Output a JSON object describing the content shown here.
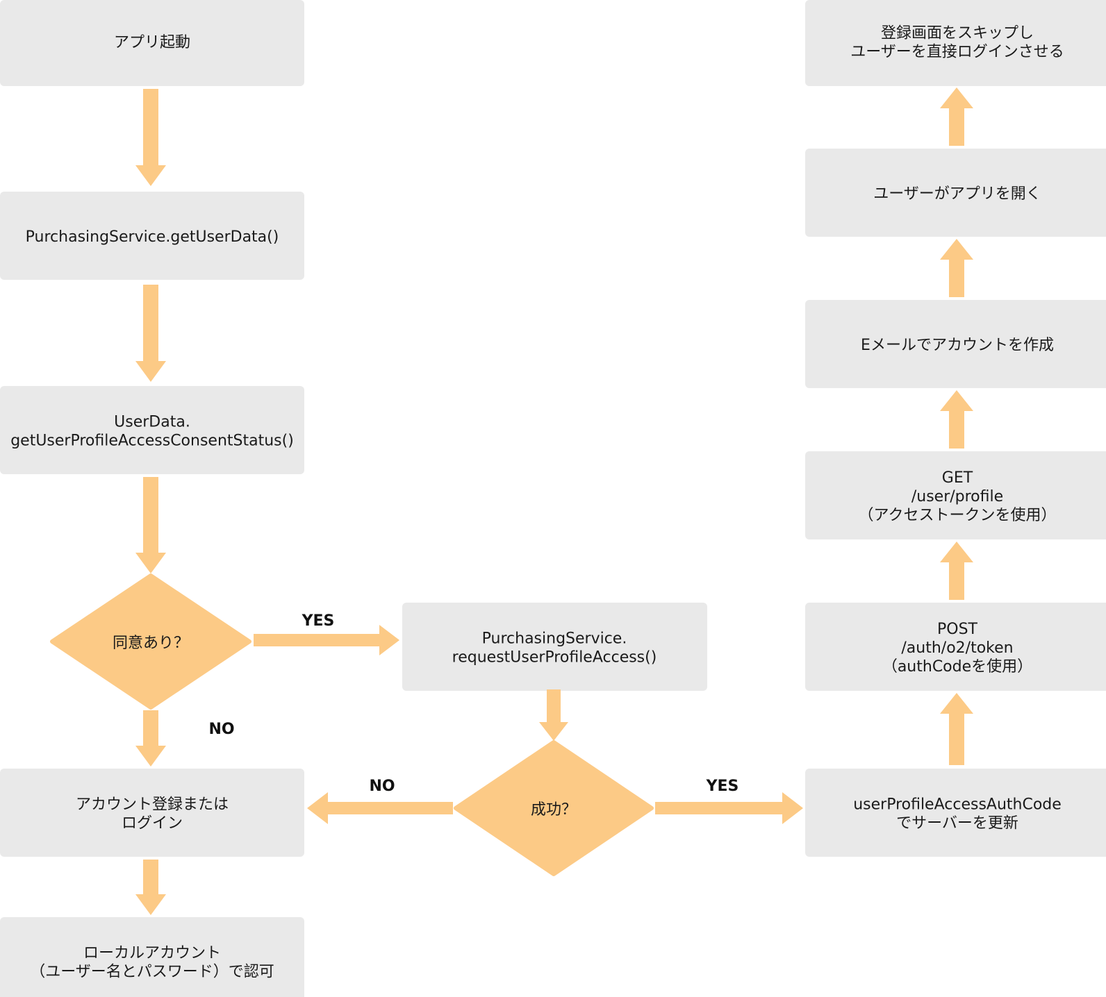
{
  "nodes": {
    "app_launch": {
      "lines": [
        "アプリ起動"
      ]
    },
    "get_user_data": {
      "lines": [
        "PurchasingService.getUserData()"
      ]
    },
    "get_consent_status": {
      "lines": [
        "UserData.",
        "getUserProfileAccessConsentStatus()"
      ]
    },
    "consent_decision": {
      "lines": [
        "同意あり？"
      ]
    },
    "request_access": {
      "lines": [
        "PurchasingService.",
        "requestUserProfileAccess()"
      ]
    },
    "success_decision": {
      "lines": [
        "成功？"
      ]
    },
    "register_or_login": {
      "lines": [
        "アカウント登録または",
        "ログイン"
      ]
    },
    "local_auth": {
      "lines": [
        "ローカルアカウント",
        "（ユーザー名とパスワード）で認可"
      ]
    },
    "update_server": {
      "lines": [
        "userProfileAccessAuthCode",
        "でサーバーを更新"
      ]
    },
    "post_token": {
      "lines": [
        "POST",
        "/auth/o2/token",
        "（authCodeを使用）"
      ]
    },
    "get_profile": {
      "lines": [
        "GET",
        "/user/profile",
        "（アクセストークンを使用）"
      ]
    },
    "create_account": {
      "lines": [
        "Eメールでアカウントを作成"
      ]
    },
    "user_opens_app": {
      "lines": [
        "ユーザーがアプリを開く"
      ]
    },
    "skip_registration": {
      "lines": [
        "登録画面をスキップし",
        "ユーザーを直接ログインさせる"
      ]
    }
  },
  "edge_labels": {
    "consent_yes": "YES",
    "consent_no": "NO",
    "success_no": "NO",
    "success_yes": "YES"
  },
  "colors": {
    "box_fill": "#e9e9e9",
    "accent": "#fcca86",
    "text": "#1a1a1a"
  }
}
